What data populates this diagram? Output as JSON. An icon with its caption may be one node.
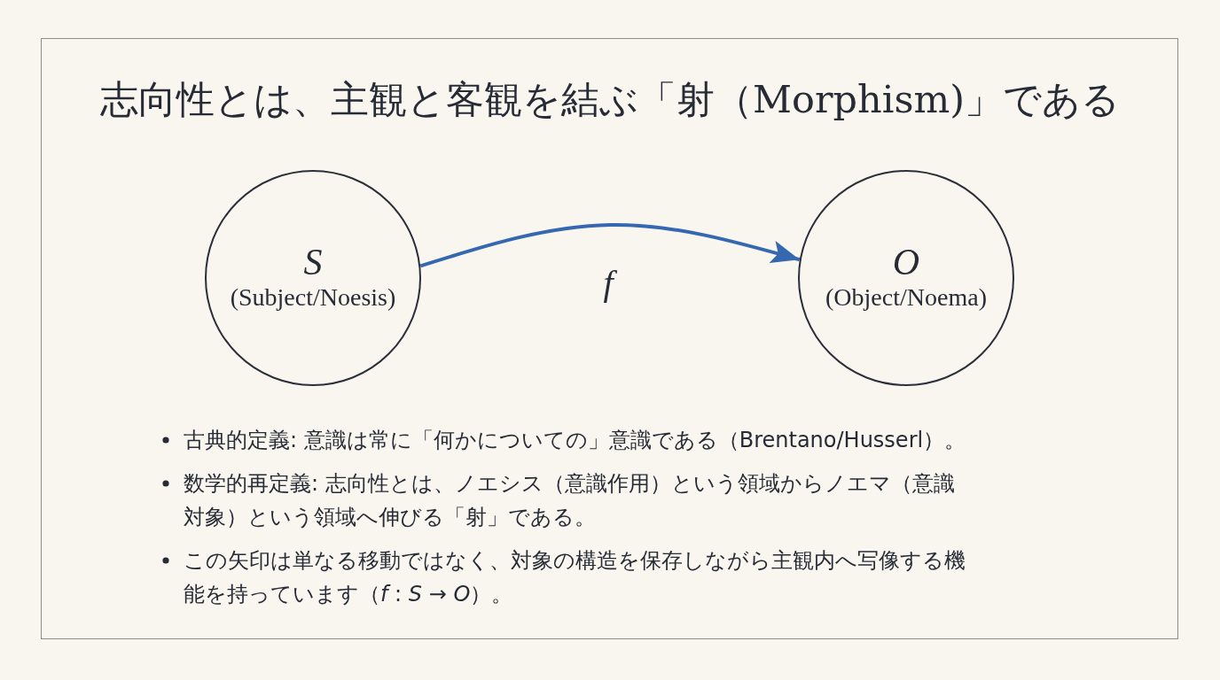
{
  "diagram": {
    "title": "志向性とは、主観と客観を結ぶ「射（Morphism)」である",
    "nodes": [
      {
        "text": [
          "S",
          "(Subject/Noesis)"
        ]
      },
      {
        "text": [
          "O",
          "(Object/Noema)"
        ]
      }
    ],
    "edges": [
      {
        "from": 0,
        "to": 1,
        "arrow": "to",
        "label": "f"
      }
    ],
    "labels": [
      "古典的定義: 意識は常に「何かについての」意識である（Brentano/Husserl）。",
      "数学的再定義: 志向性とは、ノエシス（意識作用）という領域からノエマ（意識対象）という領域へ伸びる「射」である。",
      "この矢印は単なる移動ではなく、対象の構造を保存しながら主観内へ写像する機能を持っています（*f* : *S* → *O*）。"
    ]
  }
}
